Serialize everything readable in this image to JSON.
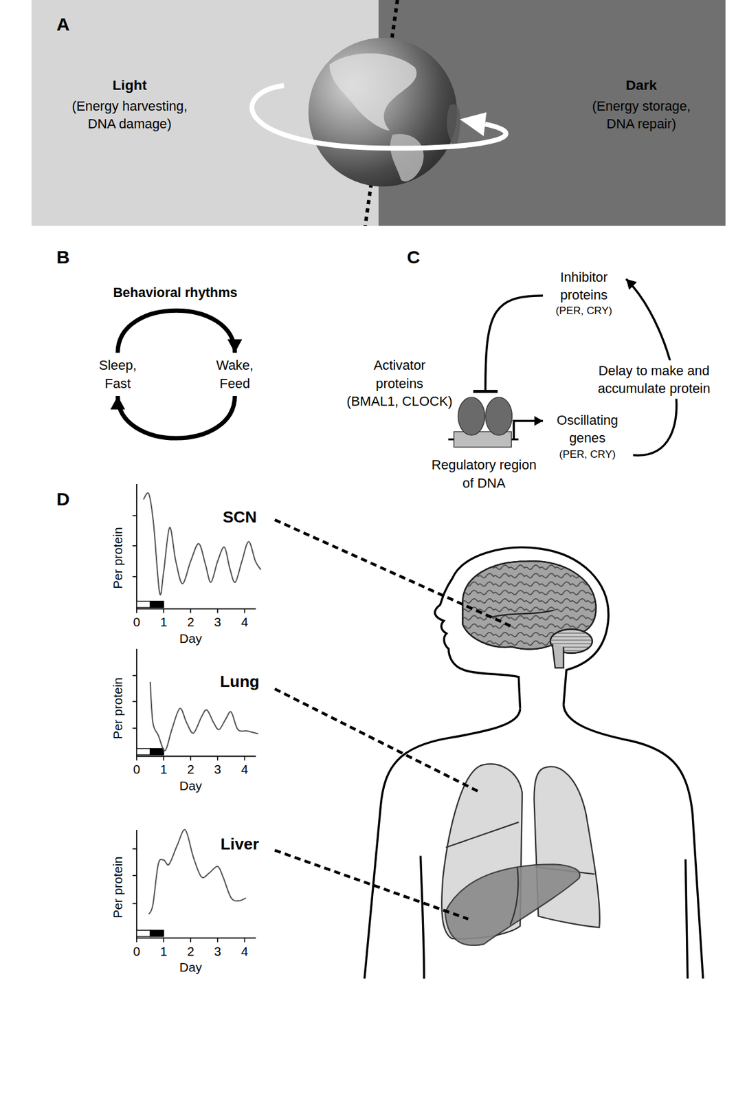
{
  "diagram": {
    "nodes": [
      {
        "text": [
          "Light",
          "(Energy harvesting, DNA damage)"
        ]
      },
      {
        "text": [
          "Dark",
          "(Energy storage, DNA repair)"
        ]
      },
      {
        "text": [
          "Sleep, Fast"
        ]
      },
      {
        "text": [
          "Wake, Feed"
        ]
      },
      {
        "text": [
          "Inhibitor proteins",
          "(PER, CRY)"
        ]
      },
      {
        "text": [
          "Activator proteins",
          "(BMAL1, CLOCK)"
        ]
      },
      {
        "text": [
          "Oscillating genes",
          "(PER, CRY)"
        ]
      },
      {
        "text": [
          "Regulatory region of DNA"
        ]
      }
    ],
    "edges": [
      {
        "from": 2,
        "to": 3,
        "arrow": "to"
      },
      {
        "from": 3,
        "to": 2,
        "arrow": "to"
      },
      {
        "from": 6,
        "to": 4,
        "arrow": "to",
        "label": "Delay to make and accumulate protein"
      },
      {
        "from": 4,
        "to": 7,
        "arrow": "to"
      },
      {
        "from": 7,
        "to": 6,
        "arrow": "to"
      }
    ],
    "labels": [
      "A",
      "B",
      "Behavioral rhythms",
      "C",
      "D",
      "SCN",
      "Per protein",
      "0",
      "1",
      "2",
      "3",
      "4",
      "Day",
      "Lung",
      "Per protein",
      "0",
      "1",
      "2",
      "3",
      "4",
      "Day",
      "Liver",
      "Per protein",
      "0",
      "1",
      "2",
      "3",
      "4",
      "Day"
    ]
  }
}
